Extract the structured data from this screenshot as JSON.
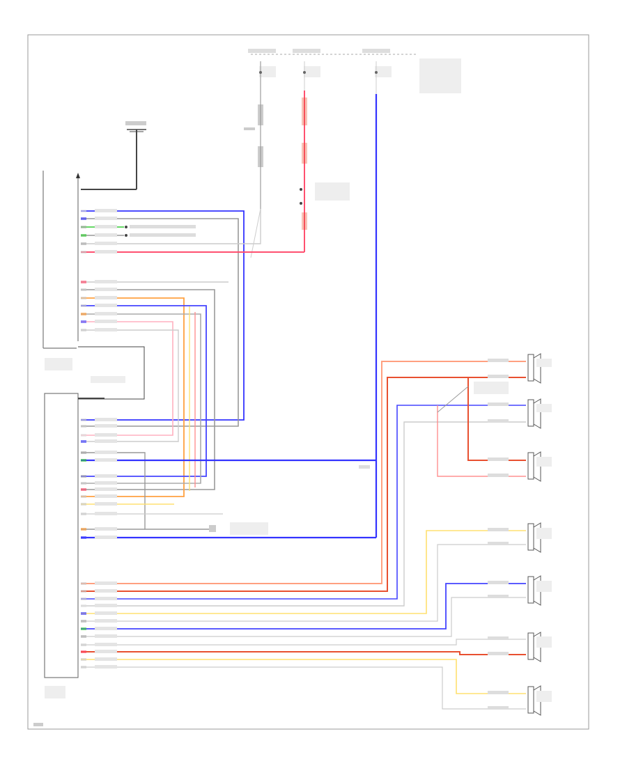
{
  "diagram": {
    "left_module_label": "",
    "amplifier_label": "",
    "ground_label": "",
    "footer_text": "",
    "left_pins": [
      {
        "color": "#ffffff"
      },
      {
        "color": "#3333ff"
      },
      {
        "color": "#aaaaaa"
      },
      {
        "color": "#33cc33"
      },
      {
        "color": "#aaaaaa"
      },
      {
        "color": "#cccccc"
      },
      {
        "color": "#ff4466"
      },
      {
        "color": "#cccccc"
      },
      {
        "color": "#cccccc"
      },
      {
        "color": "#cccccc"
      },
      {
        "color": "#ff9933"
      },
      {
        "color": "#4444ff"
      },
      {
        "color": "#cccccc"
      },
      {
        "color": "#cccccc"
      },
      {
        "color": "#cccccc"
      }
    ],
    "wire_colors": {
      "blue": "#3333ff",
      "red": "#e85030",
      "pink": "#ff5070",
      "orange": "#ffa040",
      "yellow": "#ffe070",
      "gray": "#999999",
      "green": "#33cc33",
      "black": "#444444"
    },
    "speakers": [
      {
        "name": "right-front-tweeter"
      },
      {
        "name": "left-front-tweeter"
      },
      {
        "name": "center-speaker"
      },
      {
        "name": "right-front-door-speaker"
      },
      {
        "name": "left-front-door-speaker"
      },
      {
        "name": "right-rear-speaker"
      },
      {
        "name": "left-rear-speaker"
      }
    ]
  }
}
